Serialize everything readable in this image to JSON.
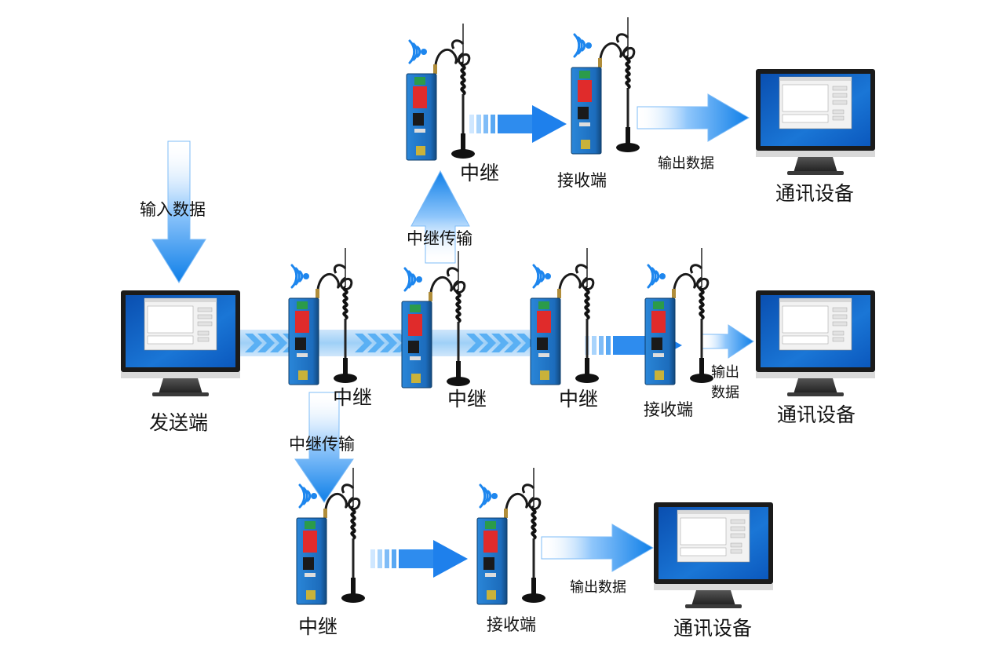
{
  "labels": {
    "input_data": "输入数据",
    "sender": "发送端",
    "relay": "中继",
    "relay_transfer": "中继传输",
    "receiver": "接收端",
    "output_data": "输出数据",
    "output_line1": "输出",
    "output_line2": "数据",
    "comm_device": "通讯设备"
  },
  "colors": {
    "arrow_blue": "#1e88f0",
    "arrow_light": "#d6ebff",
    "device_blue": "#1f74c6",
    "screen_blue": "#0a63c9",
    "monitor_bezel": "#222222",
    "monitor_stand": "#3a3a3a"
  },
  "icons": [
    "wifi-signal-icon",
    "antenna-icon",
    "router-device-icon",
    "monitor-icon",
    "arrow-icon"
  ]
}
